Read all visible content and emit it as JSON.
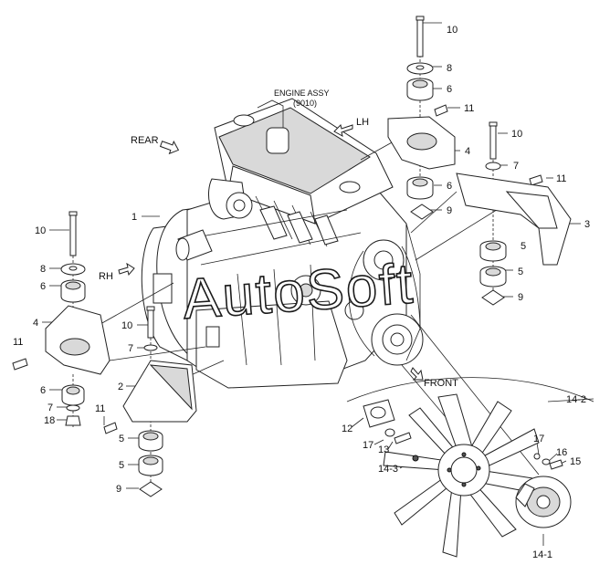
{
  "title": "ENGINE ASSY",
  "code": "(9010)",
  "watermark": "AutoSoft",
  "directions": {
    "rear": "REAR",
    "lh": "LH",
    "rh": "RH",
    "front": "FRONT"
  },
  "callouts": {
    "c10a": "10",
    "c8a": "8",
    "c6a": "6",
    "c11a": "11",
    "c4a": "4",
    "c10b": "10",
    "c7a": "7",
    "c11b": "11",
    "c6b": "6",
    "c9a": "9",
    "c3": "3",
    "c5a": "5",
    "c5b": "5",
    "c9b": "9",
    "c1": "1",
    "c10c": "10",
    "c8b": "8",
    "c6c": "6",
    "c4b": "4",
    "c11c": "11",
    "c10d": "10",
    "c7b": "7",
    "c2": "2",
    "c6d": "6",
    "c7c": "7",
    "c18": "18",
    "c11d": "11",
    "c5c": "5",
    "c5d": "5",
    "c9c": "9",
    "c14_2": "14-2",
    "c12": "12",
    "c17a": "17",
    "c13": "13",
    "c14_3": "14-3",
    "c17b": "17",
    "c16": "16",
    "c15": "15",
    "c14_1": "14-1"
  }
}
